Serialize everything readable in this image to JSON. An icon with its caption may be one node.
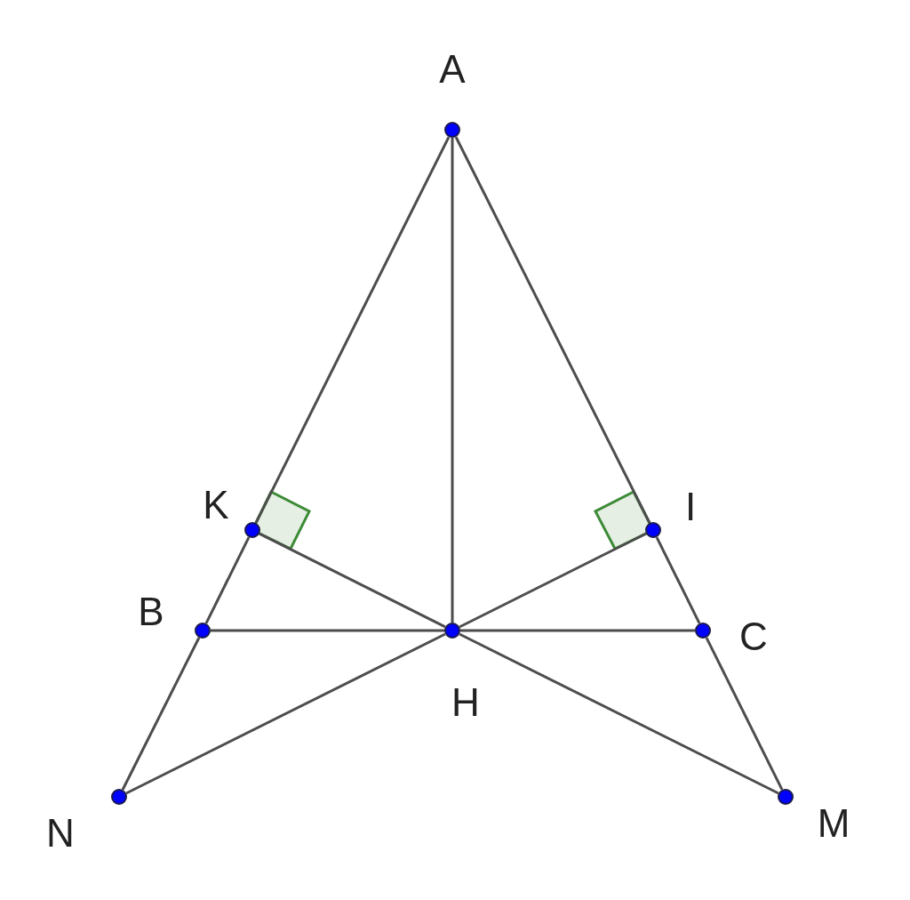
{
  "diagram": {
    "nodes": [
      {
        "text": [
          "A"
        ]
      },
      {
        "text": [
          "K"
        ]
      },
      {
        "text": [
          "I"
        ]
      },
      {
        "text": [
          "B"
        ]
      },
      {
        "text": [
          "C"
        ]
      },
      {
        "text": [
          "H"
        ]
      },
      {
        "text": [
          "N"
        ]
      },
      {
        "text": [
          "M"
        ]
      }
    ],
    "edges": [
      {
        "from": 0,
        "to": 1,
        "arrow": "none"
      },
      {
        "from": 1,
        "to": 3,
        "arrow": "none"
      },
      {
        "from": 3,
        "to": 6,
        "arrow": "none"
      },
      {
        "from": 0,
        "to": 2,
        "arrow": "none"
      },
      {
        "from": 2,
        "to": 4,
        "arrow": "none"
      },
      {
        "from": 4,
        "to": 7,
        "arrow": "none"
      },
      {
        "from": 0,
        "to": 5,
        "arrow": "none"
      },
      {
        "from": 3,
        "to": 5,
        "arrow": "none"
      },
      {
        "from": 5,
        "to": 4,
        "arrow": "none"
      },
      {
        "from": 1,
        "to": 5,
        "arrow": "none"
      },
      {
        "from": 2,
        "to": 5,
        "arrow": "none"
      },
      {
        "from": 6,
        "to": 5,
        "arrow": "none"
      },
      {
        "from": 5,
        "to": 7,
        "arrow": "none"
      }
    ]
  }
}
